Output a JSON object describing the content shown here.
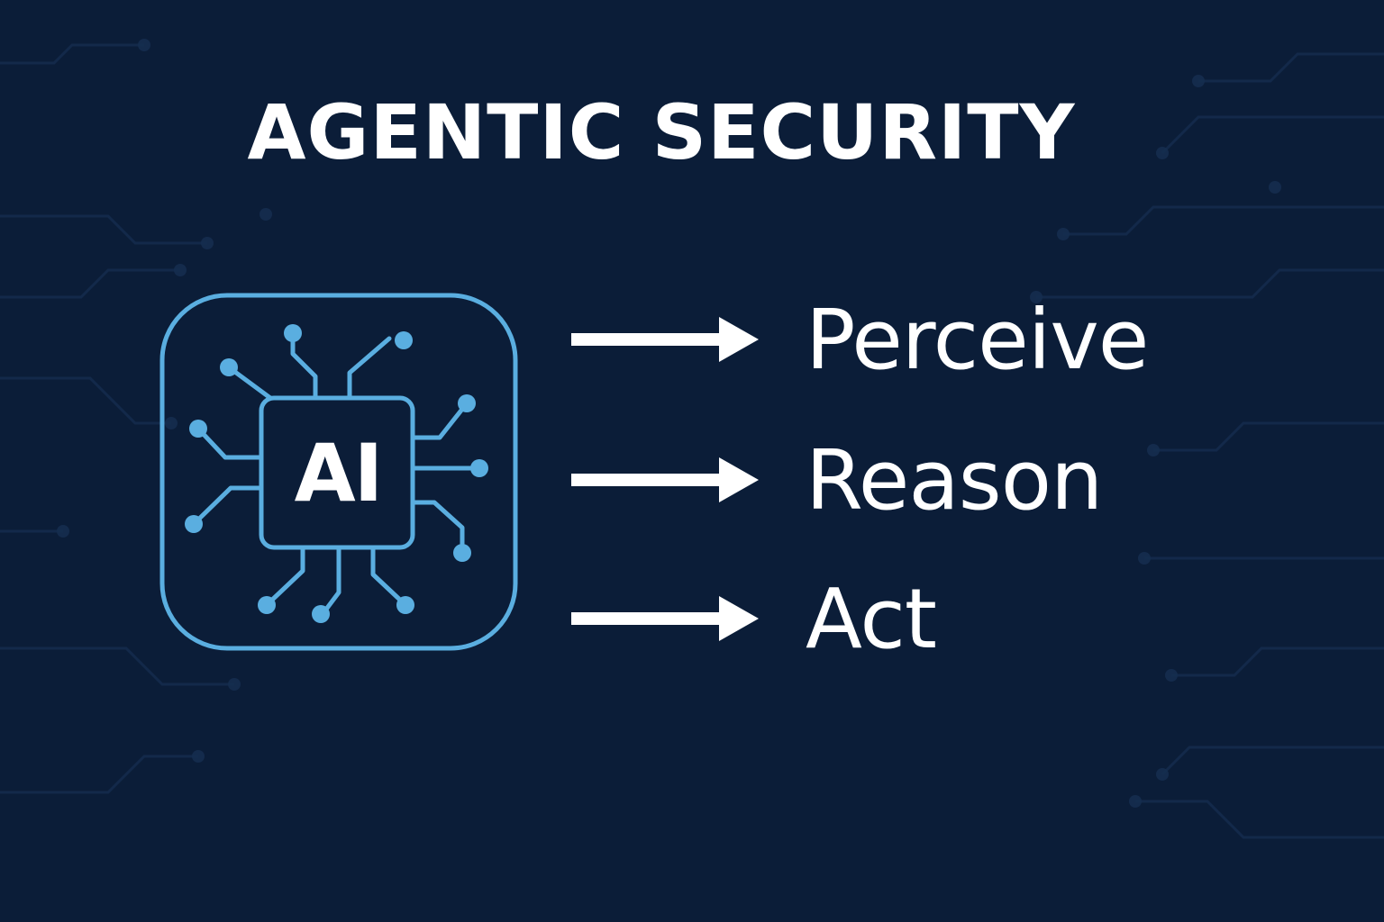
{
  "title": "AGENTIC SECURITY",
  "chip": {
    "label": "AI",
    "icon": "ai-chip-icon",
    "color": "#5aaee0"
  },
  "steps": [
    {
      "label": "Perceive",
      "icon": "arrow-right-icon"
    },
    {
      "label": "Reason",
      "icon": "arrow-right-icon"
    },
    {
      "label": "Act",
      "icon": "arrow-right-icon"
    }
  ],
  "colors": {
    "background": "#0b1d38",
    "text": "#ffffff",
    "accent": "#5aaee0"
  }
}
